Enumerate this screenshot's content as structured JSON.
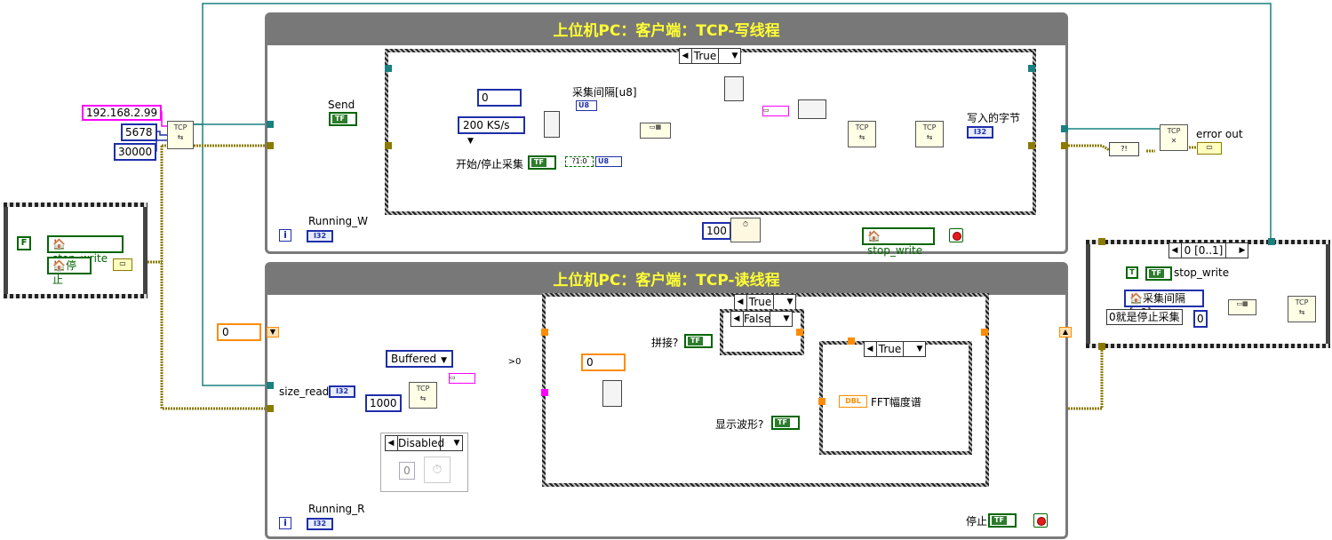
{
  "write_loop": {
    "title": "上位机PC：客户端：TCP-写线程",
    "case_selector": "True",
    "send_label": "Send",
    "interval_label": "采集间隔[u8]",
    "rate_value": "200 KS/s",
    "interval_const": "0",
    "start_stop_label": "开始/停止采集",
    "written_bytes_label": "写入的字节",
    "running_label": "Running_W",
    "wait_ms": "100",
    "stop_write_label": "stop_write"
  },
  "read_loop": {
    "title": "上位机PC：客户端：TCP-读线程",
    "case_outer": "True",
    "case_inner": "False",
    "case_inner2": "True",
    "shift_init": "0",
    "concat_label": "拼接?",
    "show_wave_label": "显示波形?",
    "fft_label": "FFT幅度谱",
    "mode_value": "Buffered",
    "bytes_const": "1000",
    "size_read_label": "size_read",
    "array_const": "0",
    "disabled_label": "Disabled",
    "disabled_const": "0",
    "running_label": "Running_R",
    "stop_label": "停止"
  },
  "open_conn": {
    "ip": "192.168.2.99",
    "port": "5678",
    "timeout": "30000"
  },
  "init_frame": {
    "false_const": "F",
    "stop_write_label": "stop_write",
    "stop_label": "停止"
  },
  "close_frame": {
    "selector": "0 [0..1]",
    "stop_write_label": "stop_write",
    "interval_local": "采集间隔[u8]",
    "comment": "0就是停止采集",
    "const_zero": "0",
    "error_out_label": "error out"
  },
  "icons": [
    "tcp-open-icon",
    "tcp-write-icon",
    "tcp-read-icon",
    "tcp-close-icon",
    "wait-ms-icon",
    "stop-icon",
    "build-array-icon",
    "select-icon",
    "error-handler-icon"
  ],
  "colors": {
    "string_wire": "#ff00ff",
    "numeric_wire": "#1e2faa",
    "bool_wire": "#006600",
    "cluster_wire": "#9a8a10",
    "refnum_wire": "#007a7a",
    "array_wire": "#ff8c00"
  }
}
